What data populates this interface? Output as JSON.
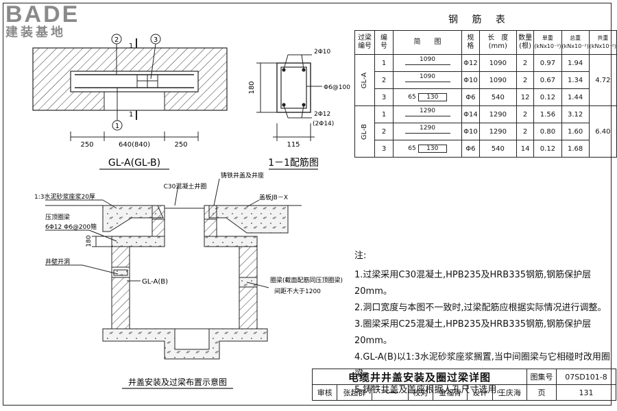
{
  "logo": {
    "brand": "BADE",
    "subtitle": "建装基地"
  },
  "top_view": {
    "callouts": [
      "2",
      "3",
      "1",
      "1",
      "1"
    ],
    "section_mark": "1",
    "dimensions": [
      "250",
      "640(840)",
      "250"
    ],
    "label": "GL-A(GL-B)"
  },
  "section_view": {
    "labels": [
      "2Φ10",
      "Φ6@100",
      "2Φ12",
      "(2Φ14)"
    ],
    "dim_height": "180",
    "dim_width": "115",
    "label": "1－1配筋图"
  },
  "rebar_table": {
    "title": "钢 筋 表",
    "headers": [
      "过梁\n编号",
      "编\n号",
      "简　　图",
      "规\n格",
      "长　度\n(mm)",
      "数量\n(根)",
      "单重\n(kNx10⁻²)",
      "总重\n(kNx10⁻²)",
      "共重\n(kNx10⁻²)"
    ],
    "groups": [
      {
        "name": "GL-A",
        "total": "4.72",
        "rows": [
          {
            "no": "1",
            "sketch": "1090",
            "spec": "Φ12",
            "length": "1090",
            "qty": "2",
            "unit": "0.97",
            "sum": "1.94"
          },
          {
            "no": "2",
            "sketch": "1090",
            "spec": "Φ10",
            "length": "1090",
            "qty": "2",
            "unit": "0.67",
            "sum": "1.34"
          },
          {
            "no": "3",
            "sketch_a": "65",
            "sketch_b": "130",
            "spec": "Φ6",
            "length": "540",
            "qty": "12",
            "unit": "0.12",
            "sum": "1.44"
          }
        ]
      },
      {
        "name": "GL-B",
        "total": "6.40",
        "rows": [
          {
            "no": "1",
            "sketch": "1290",
            "spec": "Φ14",
            "length": "1290",
            "qty": "2",
            "unit": "1.56",
            "sum": "3.12"
          },
          {
            "no": "2",
            "sketch": "1290",
            "spec": "Φ10",
            "length": "1290",
            "qty": "2",
            "unit": "0.80",
            "sum": "1.60"
          },
          {
            "no": "3",
            "sketch_a": "65",
            "sketch_b": "130",
            "spec": "Φ6",
            "length": "540",
            "qty": "14",
            "unit": "0.12",
            "sum": "1.68"
          }
        ]
      }
    ]
  },
  "well_section": {
    "labels": {
      "concrete_ring": "C30混凝土井圈",
      "cast_iron": "铸铁井盖及井座",
      "cover_plate": "盖板JB－X",
      "mortar": "1:3水泥砂浆座浆20厚",
      "top_ring": "压顶圈梁",
      "top_ring_rebar": "6Φ12  Φ6@200箍",
      "dim_180": "180",
      "opening": "井壁开洞",
      "beam": "GL-A(B)",
      "ring_beam": "圈梁(截面配筋同压顶圈梁)",
      "ring_spacing": "间距不大于1200"
    },
    "caption": "井盖安装及过梁布置示意图"
  },
  "notes": {
    "head": "注:",
    "items": [
      "1.过梁采用C30混凝土,HPB235及HRB335钢筋,钢筋保护层20mm。",
      "2.洞口宽度与本图不一致时,过梁配筋应根据实际情况进行调整。",
      "3.圈梁采用C25混凝土,HPB235及HRB335钢筋,钢筋保护层20mm。",
      "4.GL-A(B)以1:3水泥砂浆座浆搁置,当中间圈梁与它相碰时改用圈梁。",
      "5.铸铁井盖及盖座根据人孔尺寸选用。"
    ]
  },
  "title_block": {
    "title": "电缆井井盖安装及圈过梁详图",
    "atlas_label": "图集号",
    "atlas_no": "07SD101-8",
    "review_label": "审核",
    "reviewer": "张超群",
    "check_label": "校对",
    "checker": "金福青",
    "design_label": "设计",
    "designer": "王庆海",
    "page_label": "页",
    "page_no": "131"
  }
}
